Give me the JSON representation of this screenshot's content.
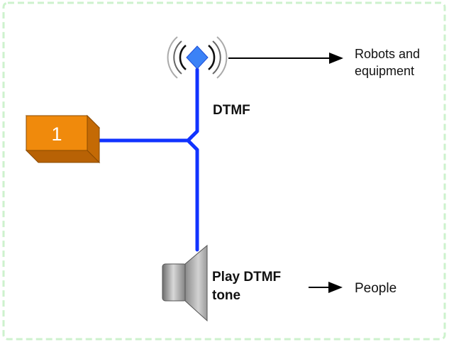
{
  "colors": {
    "frame_dash": "#c8f0c8",
    "wire": "#1133ff",
    "box_front": "#f08a0c",
    "box_top": "#f7a63a",
    "box_side": "#c46a05",
    "antenna_diamond": "#3b82f6",
    "speaker": "#9a9a9a"
  },
  "source_box": {
    "number": "1"
  },
  "labels": {
    "dtmf": "DTMF",
    "play_tone_line1": "Play DTMF",
    "play_tone_line2": "tone",
    "robots_line1": "Robots and",
    "robots_line2": "equipment",
    "people": "People"
  },
  "icons": {
    "transmitter": "wireless-antenna-icon",
    "speaker": "speaker-icon",
    "source": "numbered-box-icon"
  }
}
